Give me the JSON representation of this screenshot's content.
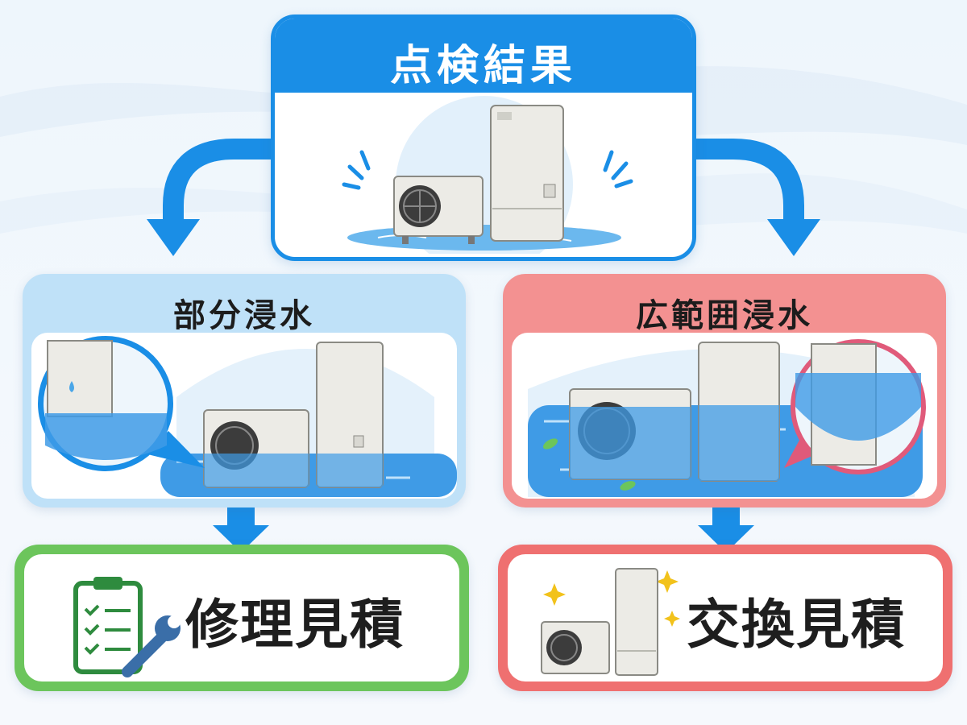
{
  "top": {
    "title": "点検結果"
  },
  "left": {
    "title": "部分浸水"
  },
  "right": {
    "title": "広範囲浸水"
  },
  "repair": {
    "label": "修理見積"
  },
  "replace": {
    "label": "交換見積"
  },
  "colors": {
    "blue_accent": "#1a8ee6",
    "partial_header": "#bfe1f8",
    "wide_header": "#f39191",
    "repair_green": "#6cc55c",
    "replace_red": "#ef7070",
    "water": "#4aa6e8"
  },
  "icons": {
    "arrows": "arrow-down-icon",
    "repair": "clipboard-checklist-icon",
    "tool": "wrench-icon",
    "sparkle": "sparkle-icon",
    "unit": "heat-pump-unit-icon",
    "tank": "water-tank-icon"
  }
}
